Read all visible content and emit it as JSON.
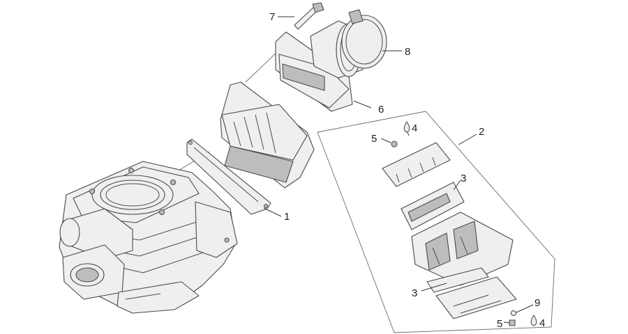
{
  "callouts": [
    {
      "key": "part-1",
      "label": "1"
    },
    {
      "key": "part-2",
      "label": "2"
    },
    {
      "key": "part-3-upper",
      "label": "3"
    },
    {
      "key": "part-3-lower",
      "label": "3"
    },
    {
      "key": "part-4-upper",
      "label": "4"
    },
    {
      "key": "part-4-lower",
      "label": "4"
    },
    {
      "key": "part-5-upper",
      "label": "5"
    },
    {
      "key": "part-5-lower",
      "label": "5"
    },
    {
      "key": "part-6",
      "label": "6"
    },
    {
      "key": "part-7",
      "label": "7"
    },
    {
      "key": "part-8",
      "label": "8"
    },
    {
      "key": "part-9",
      "label": "9"
    }
  ],
  "colors": {
    "line": "#4a4a4a",
    "fill": "#efefef",
    "shade": "#bdbdbd",
    "background": "#ffffff"
  }
}
